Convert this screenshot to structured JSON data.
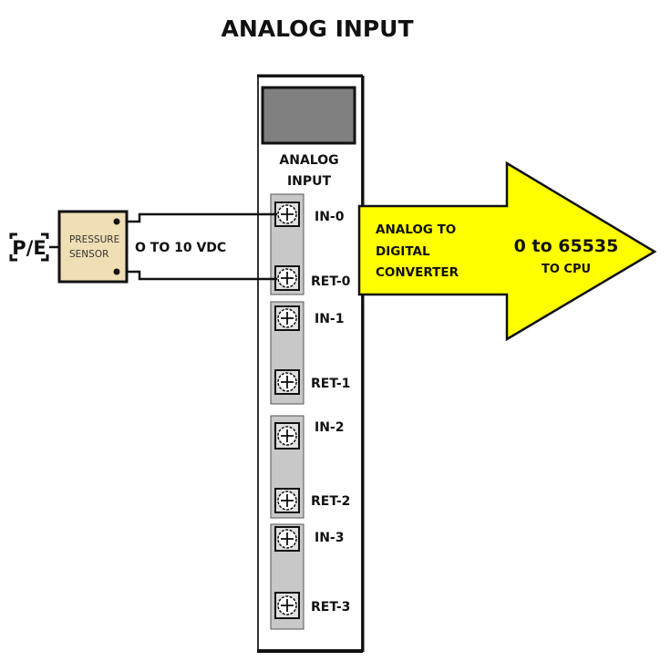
{
  "title": "ANALOG INPUT",
  "module": {
    "label_line1": "ANALOG",
    "label_line2": "INPUT",
    "terminal_blocks": [
      {
        "in_label": "IN-0",
        "ret_label": "RET-0"
      },
      {
        "in_label": "IN-1",
        "ret_label": "RET-1"
      },
      {
        "in_label": "IN-2",
        "ret_label": "RET-2"
      },
      {
        "in_label": "IN-3",
        "ret_label": "RET-3"
      }
    ]
  },
  "sensor": {
    "symbol": "P/E",
    "label_line1": "PRESSURE",
    "label_line2": "SENSOR",
    "signal_label": "O TO 10 VDC"
  },
  "converter": {
    "line1": "ANALOG TO",
    "line2": "DIGITAL",
    "line3": "CONVERTER",
    "range_label": "0 to 65535",
    "destination_label": "TO CPU"
  },
  "colors": {
    "arrow_fill": "#ffff00",
    "sensor_fill": "#f0deb4",
    "display_fill": "#808080",
    "terminal_block_fill": "#c8c8c8"
  }
}
